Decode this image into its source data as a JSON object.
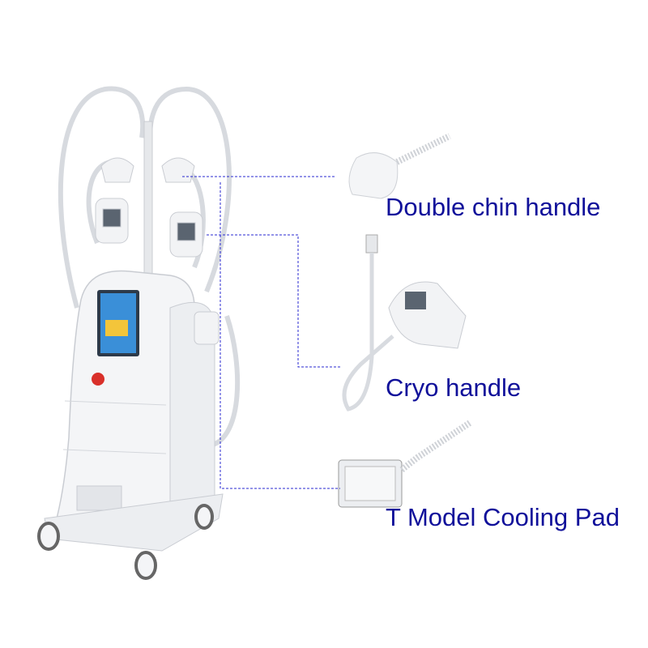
{
  "colors": {
    "label": "#10109a",
    "leader": "#2a2ad0",
    "device": "#f2f3f5",
    "outline": "#c9ccd2",
    "screen": "#3a8fd8",
    "button": "#d9302a"
  },
  "labels": {
    "double_chin": "Double chin handle",
    "cryo": "Cryo handle",
    "t_model": "T Model Cooling Pad"
  }
}
